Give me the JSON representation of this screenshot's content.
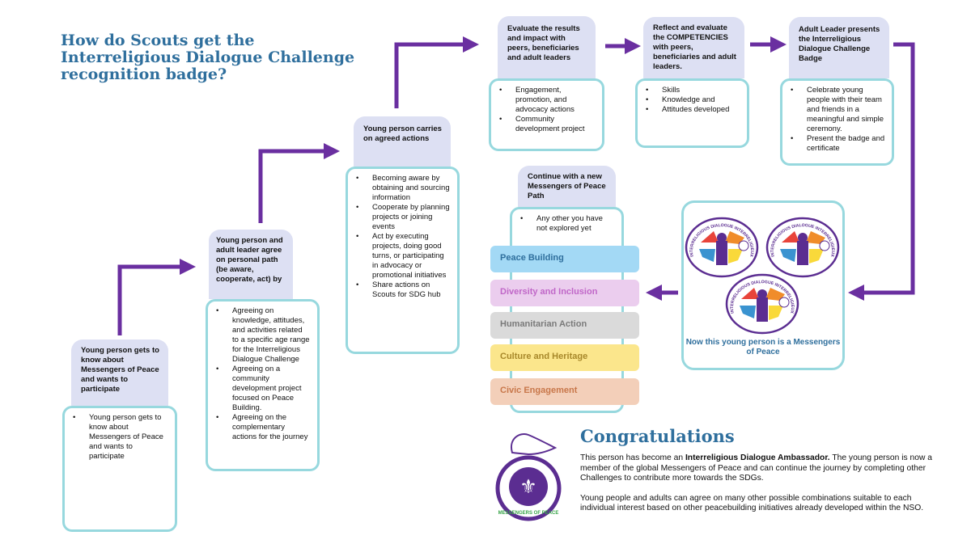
{
  "title": "How do Scouts get the Interreligious Dialogue Challenge recognition badge?",
  "steps": [
    {
      "header": "Young person gets to know about Messengers of Peace and wants to participate",
      "items": [
        "Young person gets to know about Messengers of Peace and wants to participate"
      ]
    },
    {
      "header": "Young person and adult leader agree on personal path (be aware, cooperate, act) by",
      "items": [
        "Agreeing on knowledge, attitudes, and activities related to a specific age range for the Interreligious Dialogue Challenge",
        "Agreeing on a community development project focused on Peace Building.",
        "Agreeing on the complementary actions for the journey"
      ]
    },
    {
      "header": "Young person carries on agreed actions",
      "items": [
        "Becoming aware by obtaining and sourcing information",
        "Cooperate by planning projects or joining events",
        "Act by executing projects, doing good turns, or participating in advocacy or promotional initiatives",
        "Share actions on Scouts for SDG hub"
      ]
    },
    {
      "header": "Evaluate the results and impact with peers, beneficiaries and adult leaders",
      "items": [
        "Engagement, promotion, and advocacy actions",
        "Community development project"
      ]
    },
    {
      "header": "Reflect and evaluate the COMPETENCIES with  peers, beneficiaries and adult leaders.",
      "items": [
        "Skills",
        "Knowledge and",
        "Attitudes developed"
      ]
    },
    {
      "header": "Adult Leader presents the Interreligious Dialogue Challenge Badge",
      "items": [
        "Celebrate young people with their team and friends in a meaningful and simple ceremony.",
        "Present the badge and certificate"
      ]
    }
  ],
  "continue": {
    "header": "Continue with a new Messengers of Peace Path",
    "items": [
      "Any other you have not explored yet"
    ],
    "paths": [
      {
        "label": "Peace Building",
        "bg": "#a3d9f5",
        "fg": "#2f6f9d"
      },
      {
        "label": "Diversity and Inclusion",
        "bg": "#ebcdee",
        "fg": "#c067c8"
      },
      {
        "label": "Humanitarian Action",
        "bg": "#dadada",
        "fg": "#7a7a7a"
      },
      {
        "label": "Culture and Heritage",
        "bg": "#fbe68c",
        "fg": "#a8882a"
      },
      {
        "label": "Civic Engagement",
        "bg": "#f3cfb9",
        "fg": "#c8774a"
      }
    ]
  },
  "badge": {
    "ring_text": "INTERRELIGIOUS DIALOGUE INTERRELIGIEUX",
    "caption": "Now this young person is a Messengers of Peace"
  },
  "logo": {
    "text": "MESSENGERS OF PEACE"
  },
  "congrats": {
    "title": "Congratulations",
    "p1_pre": "This person has become an ",
    "p1_bold": "Interreligious Dialogue Ambassador.",
    "p1_post": "  The young person is now a member of the global Messengers of Peace and can continue the journey by completing other Challenges to contribute more towards the SDGs.",
    "p2": "Young people and adults can agree on many other possible combinations suitable to each individual interest based on other peacebuilding  initiatives already developed within the NSO."
  },
  "colors": {
    "arrow": "#6a2fa0",
    "accent": "#2f6f9d",
    "card_header": "#dde0f3",
    "card_border": "#97d8de"
  }
}
